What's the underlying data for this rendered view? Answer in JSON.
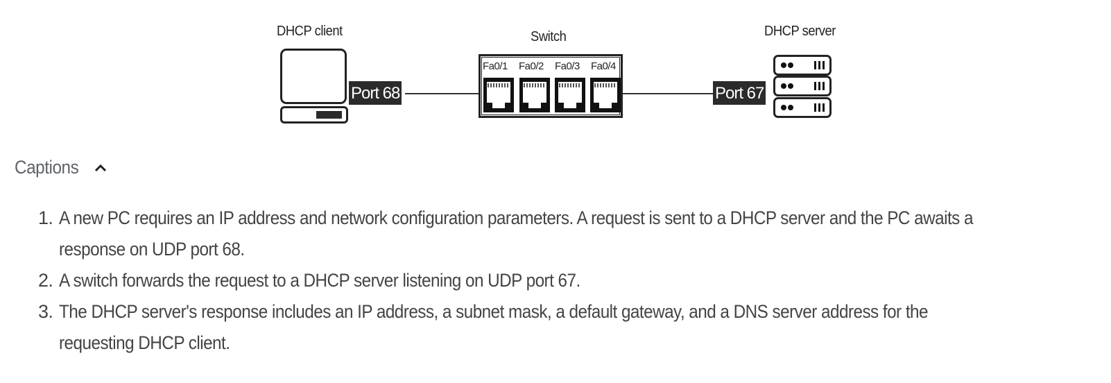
{
  "diagram": {
    "client": {
      "label": "DHCP client",
      "port_label": "Port 68"
    },
    "switch": {
      "label": "Switch",
      "ports": [
        "Fa0/1",
        "Fa0/2",
        "Fa0/3",
        "Fa0/4"
      ]
    },
    "server": {
      "label": "DHCP server",
      "port_label": "Port 67"
    }
  },
  "captions": {
    "title": "Captions",
    "toggle_icon": "chevron-up-icon",
    "expanded": true,
    "items": [
      {
        "number": "1.",
        "text": "A new PC requires an IP address and network configuration parameters. A request is sent to a DHCP server and the PC awaits a response on UDP port 68."
      },
      {
        "number": "2.",
        "text": "A switch forwards the request to a DHCP server listening on UDP port 67."
      },
      {
        "number": "3.",
        "text": "The DHCP server's response includes an IP address, a subnet mask, a default gateway, and a DNS server address for the requesting DHCP client."
      }
    ]
  },
  "colors": {
    "label_background": "#2b2b2b",
    "text": "#444444",
    "caption_header": "#5f6368"
  }
}
